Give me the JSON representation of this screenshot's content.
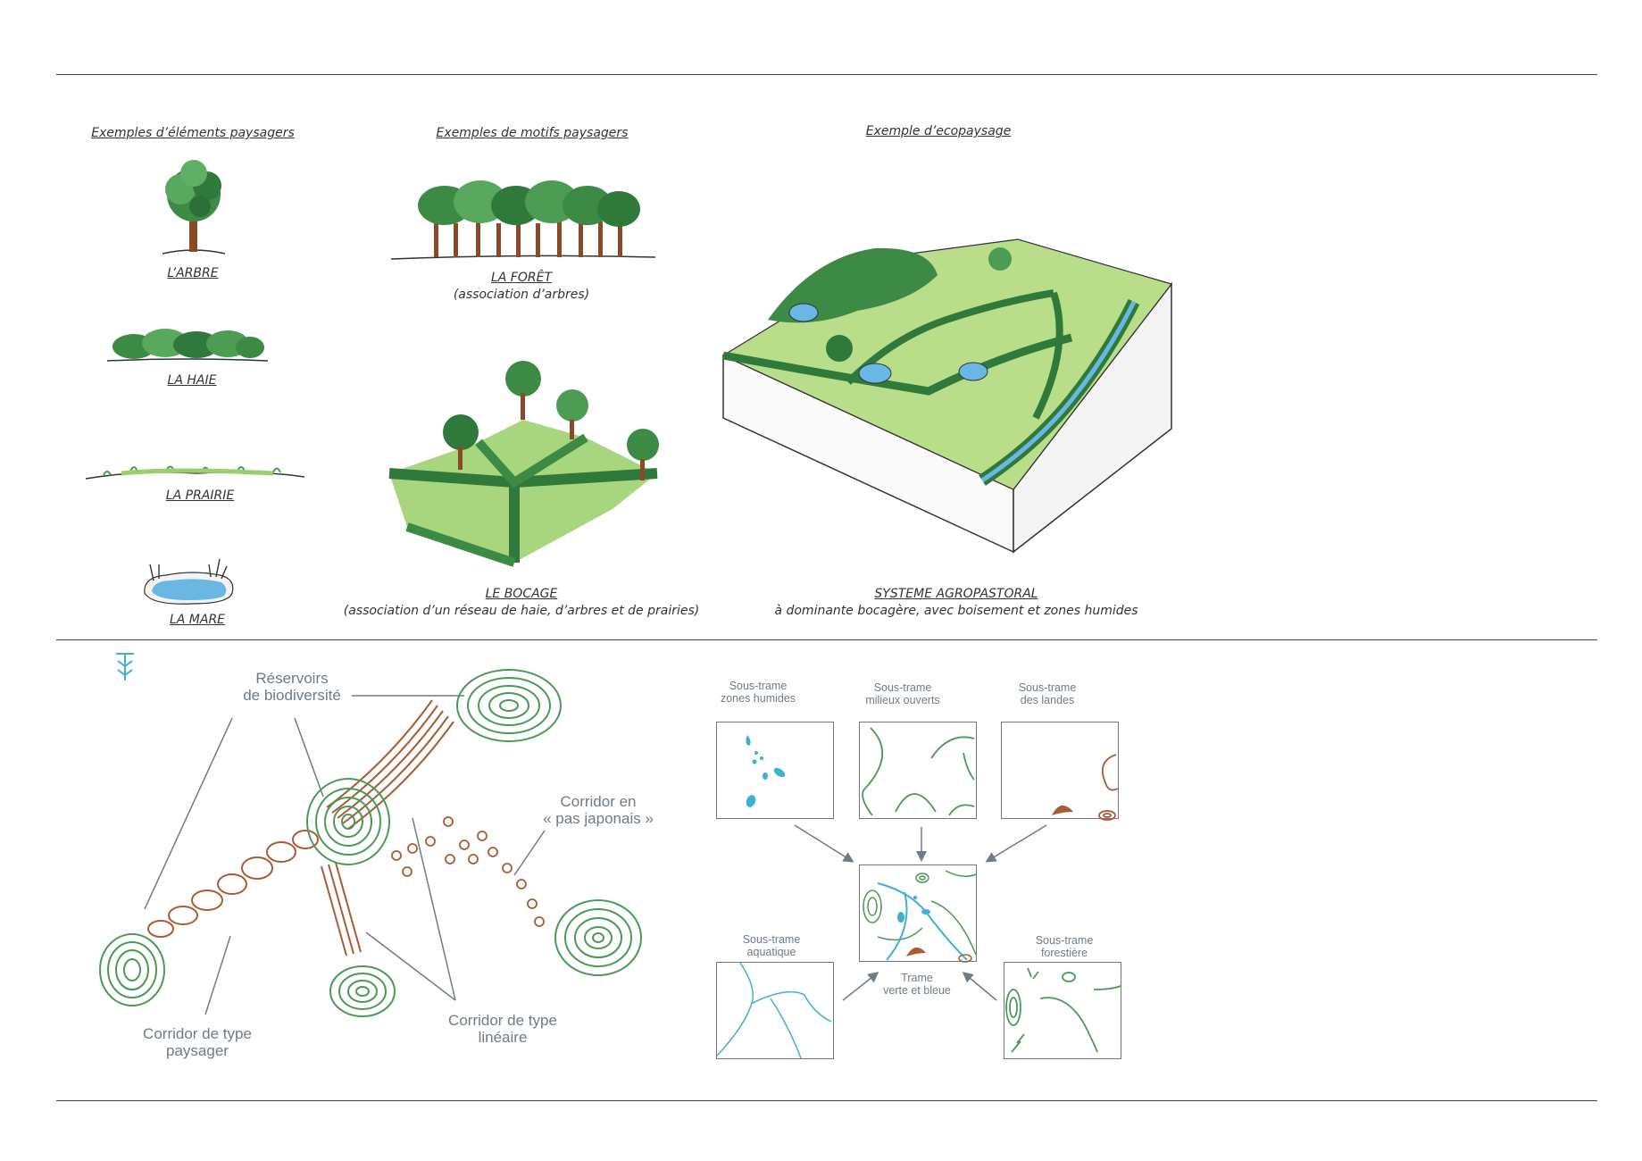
{
  "top": {
    "headings": {
      "elements": "Exemples d’éléments paysagers",
      "motifs": "Exemples de motifs paysagers",
      "ecopaysage": "Exemple d’ecopaysage"
    },
    "elements": {
      "arbre": "L’ARBRE",
      "haie": "LA HAIE",
      "prairie": "LA PRAIRIE",
      "mare": "LA MARE"
    },
    "motifs": {
      "foret": "LA FORÊT",
      "foret_sub": "(association d’arbres)",
      "bocage": "LE BOCAGE",
      "bocage_sub": "(association d’un réseau de haie, d’arbres et de prairies)"
    },
    "ecopaysage": {
      "title": "SYSTEME AGROPASTORAL",
      "sub": "à dominante bocagère, avec boisement et zones humides"
    }
  },
  "bottom": {
    "left": {
      "reservoirs_l1": "Réservoirs",
      "reservoirs_l2": "de biodiversité",
      "pas_l1": "Corridor en",
      "pas_l2": "« pas japonais »",
      "paysager_l1": "Corridor de type",
      "paysager_l2": "paysager",
      "lineaire_l1": "Corridor de type",
      "lineaire_l2": "linéaire"
    },
    "right": {
      "humides_l1": "Sous-trame",
      "humides_l2": "zones humides",
      "ouverts_l1": "Sous-trame",
      "ouverts_l2": "milieux ouverts",
      "landes_l1": "Sous-trame",
      "landes_l2": "des landes",
      "aquatique_l1": "Sous-trame",
      "aquatique_l2": "aquatique",
      "forestiere_l1": "Sous-trame",
      "forestiere_l2": "forestière",
      "trame_l1": "Trame",
      "trame_l2": "verte et bleue"
    }
  },
  "colors": {
    "green": "#4a9a55",
    "brown": "#a85c34",
    "blue": "#3fb0d3",
    "label_grey": "#6f7b86"
  },
  "icons": [
    "landscape-logo-icon"
  ]
}
